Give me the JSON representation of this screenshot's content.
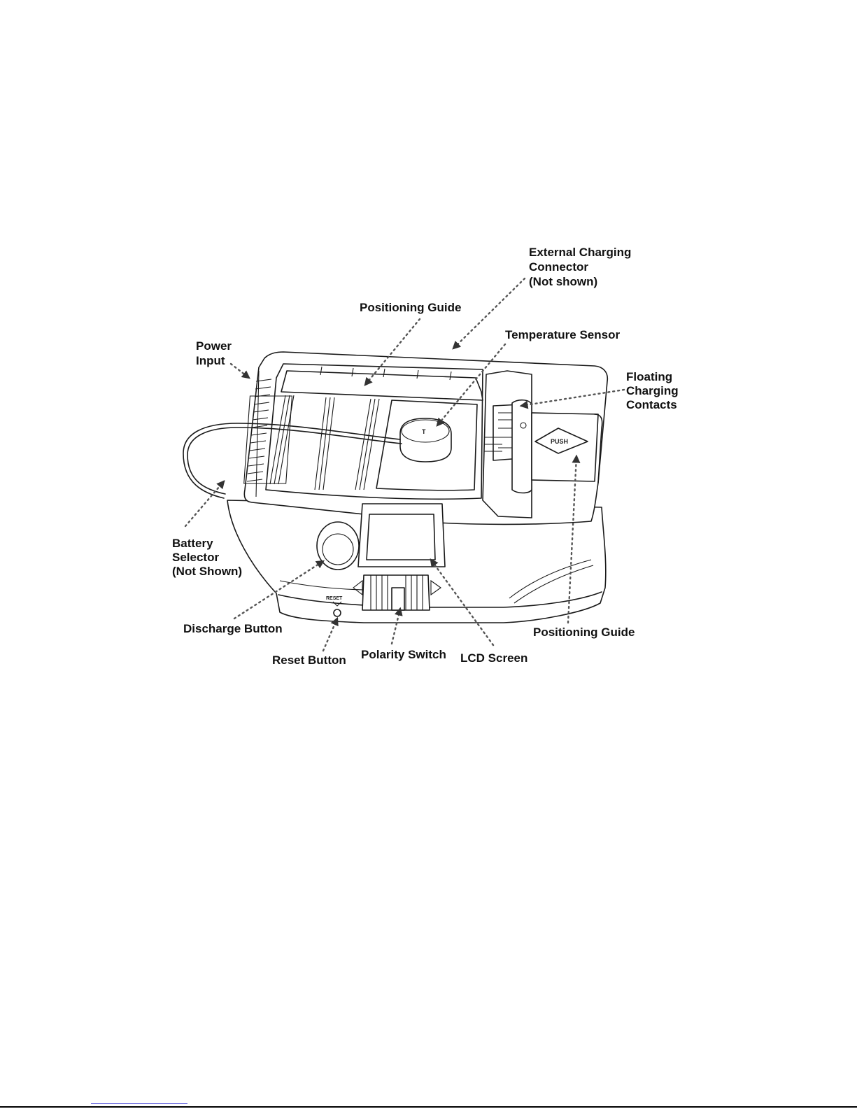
{
  "labels": {
    "external_connector": [
      "External Charging",
      "Connector",
      "(Not shown)"
    ],
    "positioning_guide_top": "Positioning Guide",
    "temperature_sensor": "Temperature Sensor",
    "power_input": [
      "Power",
      "Input"
    ],
    "floating_contacts": [
      "Floating",
      "Charging",
      "Contacts"
    ],
    "battery_selector": [
      "Battery",
      "Selector",
      "(Not Shown)"
    ],
    "discharge_button": "Discharge Button",
    "reset_button": "Reset Button",
    "polarity_switch": "Polarity Switch",
    "lcd_screen": "LCD Screen",
    "positioning_guide_bottom": "Positioning Guide"
  },
  "device_marks": {
    "sensor_letter": "T",
    "push_label": "PUSH",
    "reset_tag": "RESET"
  },
  "colors": {
    "line": "#1a1a1a",
    "leader": "#555555",
    "text": "#111111"
  }
}
